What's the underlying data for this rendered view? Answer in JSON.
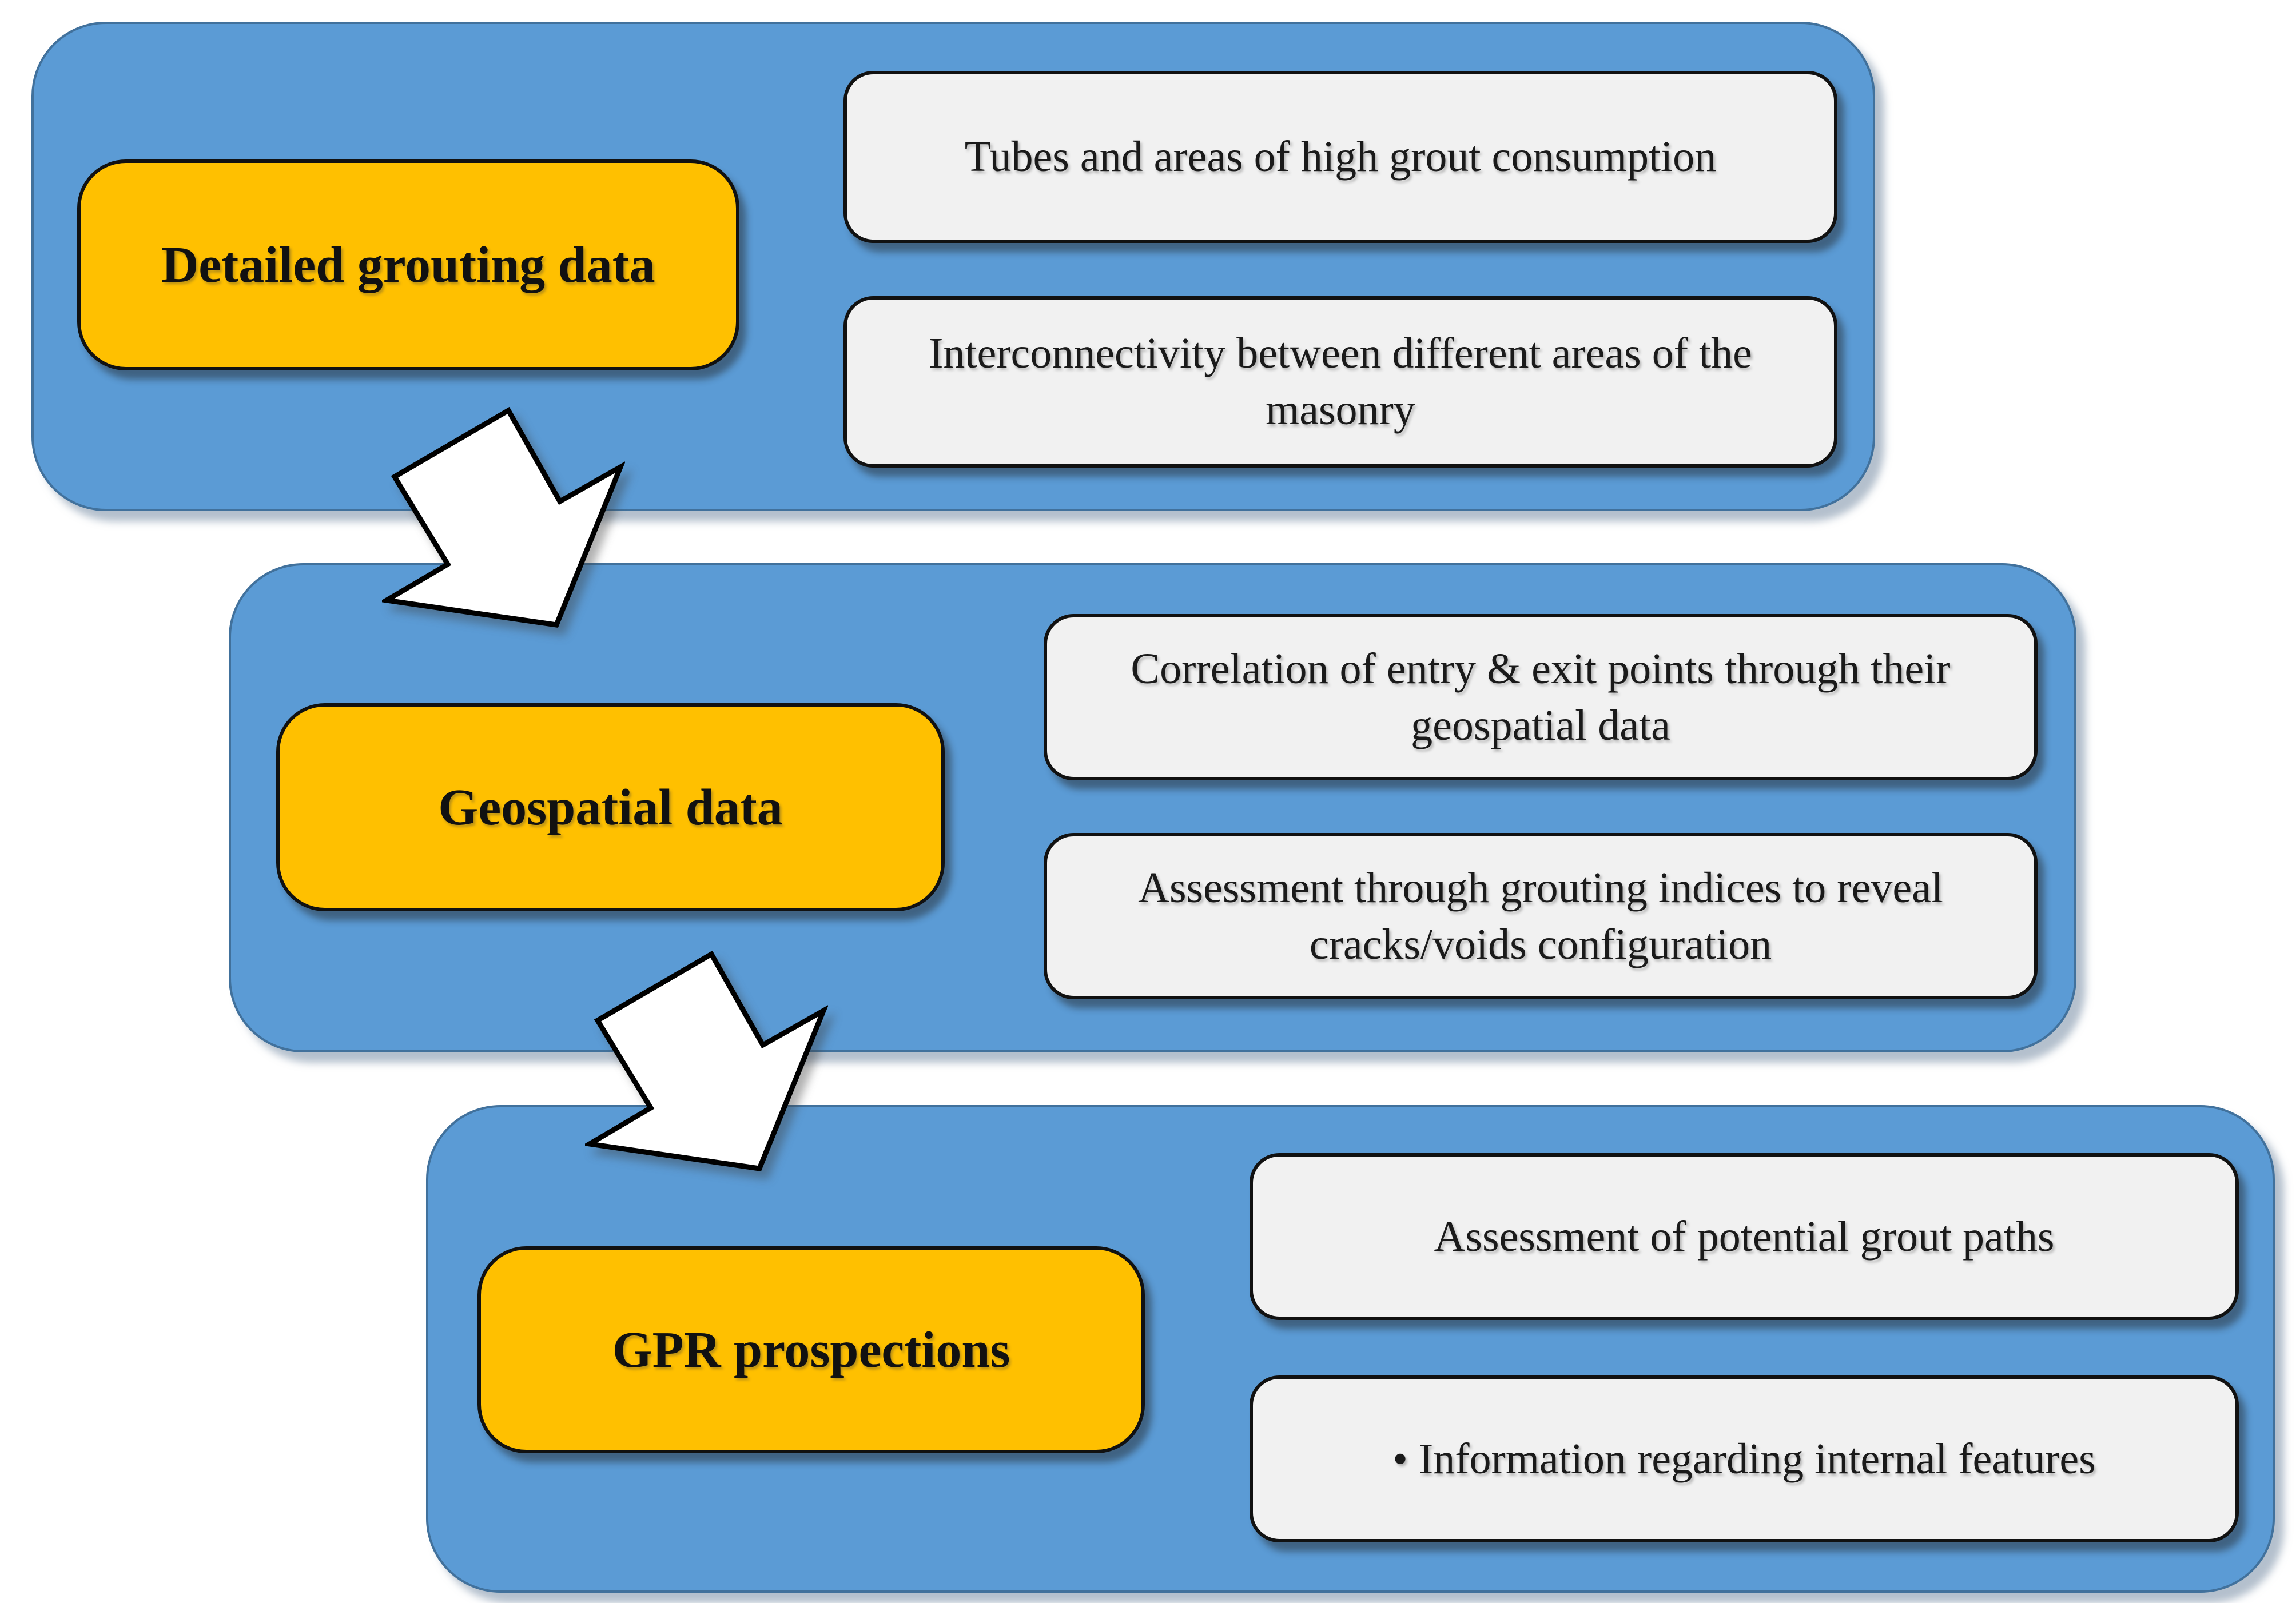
{
  "diagram": {
    "type": "flow-diagram",
    "stages": [
      {
        "label": "Detailed grouting data",
        "outputs": [
          "Tubes and areas of high grout consumption",
          "Interconnectivity between different areas of the masonry"
        ]
      },
      {
        "label": "Geospatial data",
        "outputs": [
          "Correlation of entry & exit points through their geospatial data",
          "Assessment through grouting indices to reveal cracks/voids configuration"
        ]
      },
      {
        "label": "GPR prospections",
        "outputs": [
          "Assessment of potential grout paths",
          "• Information regarding internal features"
        ]
      }
    ],
    "icons": {
      "flow_arrow": "block-arrow-down-right"
    },
    "colors": {
      "panel_fill": "#5b9bd5",
      "panel_border": "#41719c",
      "stage_fill": "#ffc000",
      "stage_border": "#111111",
      "output_fill": "#f1f1f1",
      "output_border": "#111111",
      "arrow_fill": "#ffffff",
      "arrow_border": "#000000",
      "text": "#111111",
      "background": "#ffffff"
    }
  }
}
